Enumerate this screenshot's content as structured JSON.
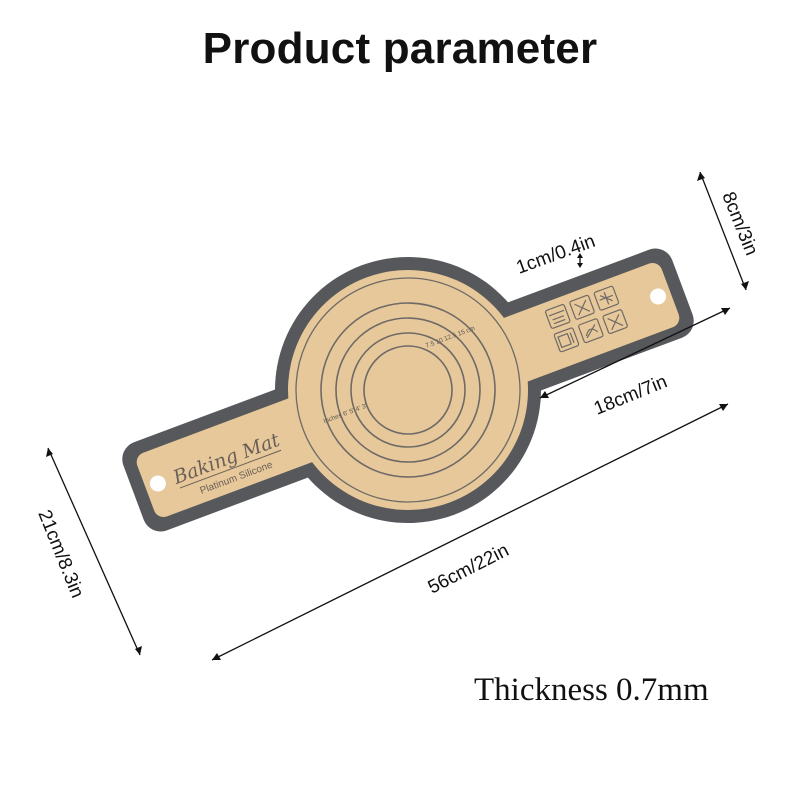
{
  "title": "Product parameter",
  "dimensions": {
    "thickness_label": "Thickness 0.7mm",
    "end_width": "8cm/3in",
    "total_width": "21cm/8.3in",
    "border": "1cm/0.4in",
    "handle_length": "18cm/7in",
    "total_length": "56cm/22in"
  },
  "mat": {
    "brand": "Baking Mat",
    "subtitle": "Platinum Silicone",
    "inch_scale": "Inches 6'   5'   4'   3'",
    "cm_scale": "7.5  10  12.5  15 cm",
    "colors": {
      "border": "#56585b",
      "surface": "#e7c89a",
      "lines": "#6e6a66"
    }
  },
  "icons": [
    "oven-safe-icon",
    "no-knife-icon",
    "freezer-safe-icon",
    "microwave-icon",
    "non-stick-icon",
    "no-sharp-tools-icon"
  ]
}
